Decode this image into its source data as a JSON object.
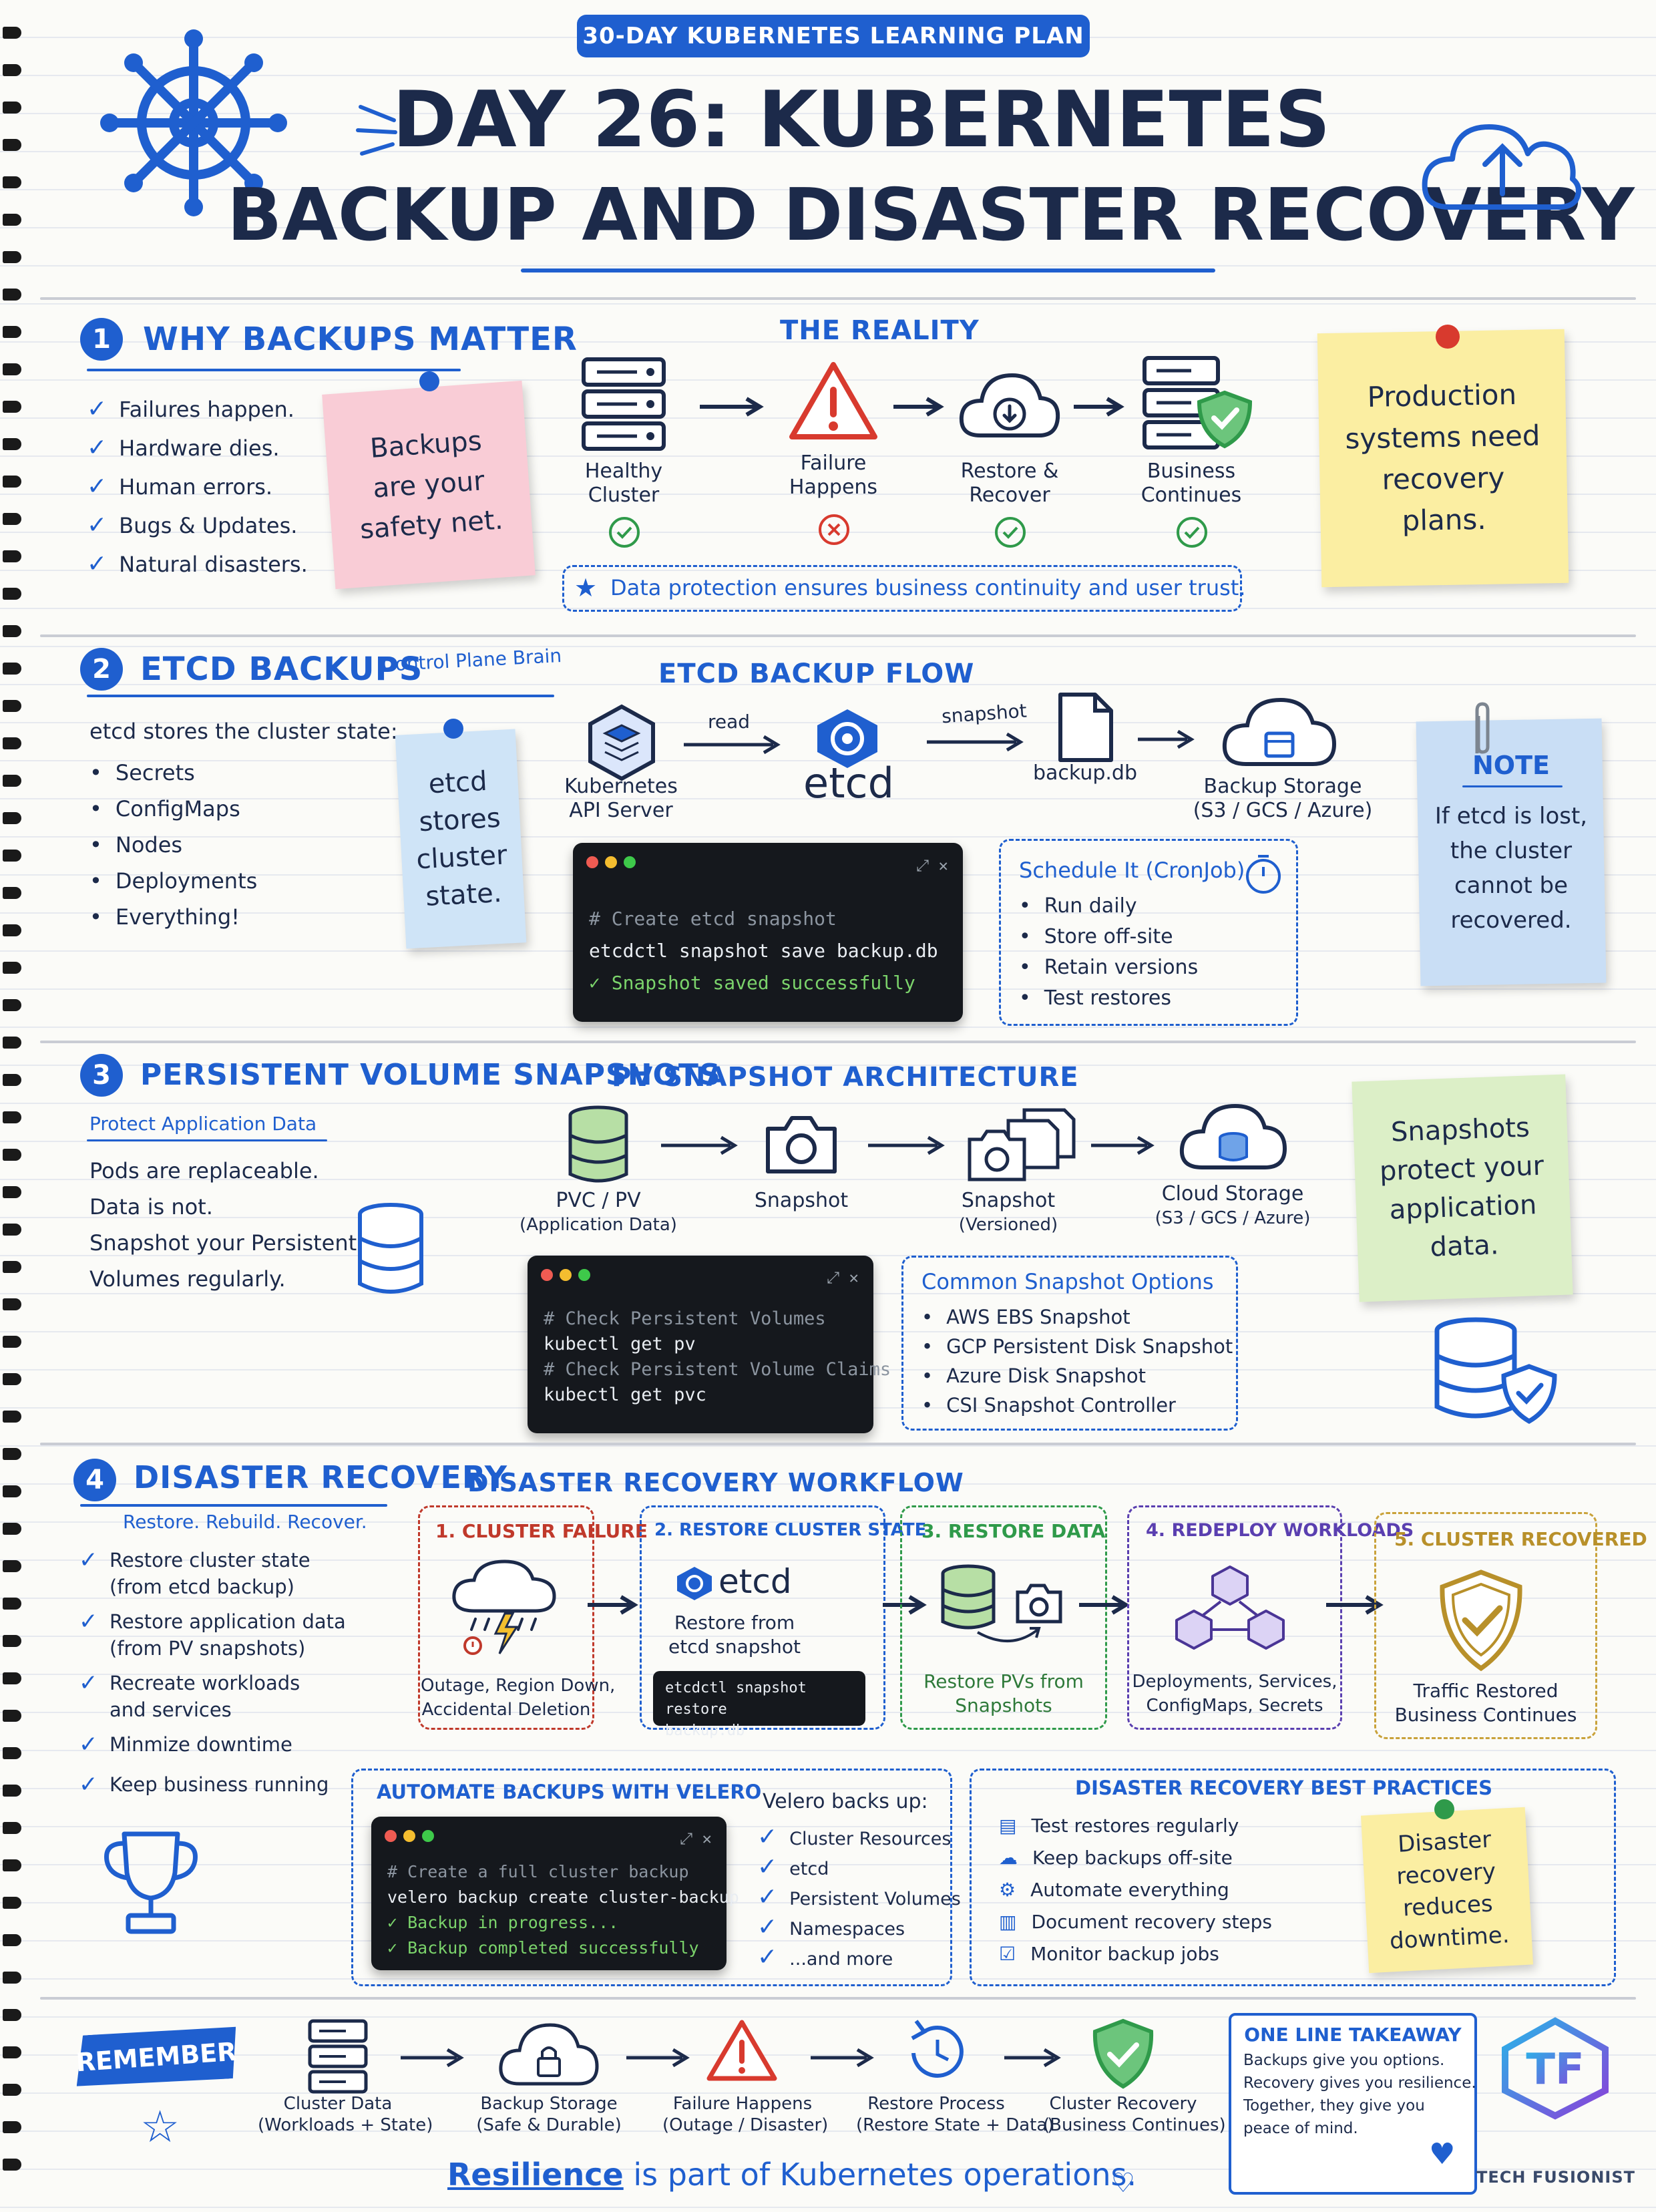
{
  "header": {
    "badge": "30-DAY KUBERNETES LEARNING PLAN",
    "title_line1": "DAY 26: KUBERNETES",
    "title_line2": "BACKUP AND DISASTER RECOVERY"
  },
  "section1": {
    "number": "1",
    "title": "WHY BACKUPS MATTER",
    "reasons": [
      "Failures happen.",
      "Hardware dies.",
      "Human errors.",
      "Bugs & Updates.",
      "Natural disasters."
    ],
    "sticky_pink": "Backups are your safety net.",
    "reality_title": "THE REALITY",
    "flow": [
      {
        "line1": "Healthy",
        "line2": "Cluster",
        "status": "ok"
      },
      {
        "line1": "Failure",
        "line2": "Happens",
        "status": "fail"
      },
      {
        "line1": "Restore &",
        "line2": "Recover",
        "status": "ok"
      },
      {
        "line1": "Business",
        "line2": "Continues",
        "status": "ok"
      }
    ],
    "note": "Data protection ensures business continuity and user trust.",
    "sticky_yellow": "Production systems need recovery plans."
  },
  "section2": {
    "number": "2",
    "title": "ETCD BACKUPS",
    "subtitle": "Control Plane Brain",
    "intro": "etcd stores the cluster state:",
    "items": [
      "Secrets",
      "ConfigMaps",
      "Nodes",
      "Deployments",
      "Everything!"
    ],
    "sticky_blue": "etcd stores cluster state.",
    "flow_title": "ETCD BACKUP FLOW",
    "api_server_line1": "Kubernetes",
    "api_server_line2": "API Server",
    "read_label": "read",
    "etcd_label": "etcd",
    "snapshot_label": "snapshot",
    "file_label": "backup.db",
    "storage_line1": "Backup Storage",
    "storage_line2": "(S3 / GCS / Azure)",
    "terminal": {
      "comment": "# Create etcd snapshot",
      "command": "etcdctl snapshot save backup.db",
      "result": "✓ Snapshot saved successfully"
    },
    "schedule_title": "Schedule It (CronJob)",
    "schedule_items": [
      "Run daily",
      "Store off-site",
      "Retain versions",
      "Test restores"
    ],
    "note_title": "NOTE",
    "note_text": "If etcd is lost, the cluster cannot be recovered."
  },
  "section3": {
    "number": "3",
    "title": "PERSISTENT VOLUME SNAPSHOTS",
    "subtitle": "Protect Application Data",
    "lines": [
      "Pods are replaceable.",
      "Data is not.",
      "Snapshot your Persistent",
      "Volumes regularly."
    ],
    "flow_title": "PV SNAPSHOT ARCHITECTURE",
    "pvc_line1": "PVC / PV",
    "pvc_line2": "(Application Data)",
    "snapshot_label": "Snapshot",
    "versioned_line1": "Snapshot",
    "versioned_line2": "(Versioned)",
    "cloud_line1": "Cloud Storage",
    "cloud_line2": "(S3 / GCS / Azure)",
    "terminal": {
      "c1": "# Check Persistent Volumes",
      "cmd1": "kubectl get pv",
      "c2": "# Check Persistent Volume Claims",
      "cmd2": "kubectl get pvc"
    },
    "options_title": "Common Snapshot Options",
    "options": [
      "AWS EBS Snapshot",
      "GCP Persistent Disk Snapshot",
      "Azure Disk Snapshot",
      "CSI Snapshot Controller"
    ],
    "sticky_green": "Snapshots protect your application data."
  },
  "section4": {
    "number": "4",
    "title": "DISASTER RECOVERY",
    "subtitle": "Restore. Rebuild. Recover.",
    "items": [
      {
        "line1": "Restore cluster state",
        "line2": "(from etcd backup)"
      },
      {
        "line1": "Restore application data",
        "line2": "(from PV snapshots)"
      },
      {
        "line1": "Recreate workloads",
        "line2": "and services"
      },
      {
        "line1": "Minmize downtime",
        "line2": ""
      },
      {
        "line1": "Keep business running",
        "line2": ""
      }
    ],
    "workflow_title": "DISASTER RECOVERY WORKFLOW",
    "steps": [
      {
        "title": "1. CLUSTER FAILURE",
        "cap1": "Outage, Region Down,",
        "cap2": "Accidental Deletion"
      },
      {
        "title": "2. RESTORE CLUSTER STATE",
        "cap1": "Restore from",
        "cap2": "etcd snapshot"
      },
      {
        "title": "3. RESTORE DATA",
        "cap1": "Restore PVs from",
        "cap2": "Snapshots"
      },
      {
        "title": "4. REDEPLOY WORKLOADS",
        "cap1": "Deployments, Services,",
        "cap2": "ConfigMaps, Secrets"
      },
      {
        "title": "5. CLUSTER RECOVERED",
        "cap1": "Traffic Restored",
        "cap2": "Business Continues"
      }
    ],
    "step2_etcd": "etcd",
    "step2_terminal1": "etcdctl snapshot restore",
    "step2_terminal2": "backup.db",
    "velero_title": "AUTOMATE BACKUPS WITH VELERO",
    "velero_terminal": {
      "comment": "# Create a full cluster backup",
      "command": "velero backup create cluster-backup",
      "r1": "✓ Backup in progress...",
      "r2": "✓ Backup completed successfully"
    },
    "velero_backs_title": "Velero backs up:",
    "velero_items": [
      "Cluster Resources",
      "etcd",
      "Persistent Volumes",
      "Namespaces",
      "...and more"
    ],
    "practices_title": "DISASTER RECOVERY BEST PRACTICES",
    "practices": [
      "Test restores regularly",
      "Keep backups off-site",
      "Automate everything",
      "Document recovery steps",
      "Monitor backup jobs"
    ],
    "sticky_yellow": "Disaster recovery reduces downtime."
  },
  "remember": {
    "label": "REMEMBER",
    "flow": [
      {
        "line1": "Cluster Data",
        "line2": "(Workloads + State)"
      },
      {
        "line1": "Backup Storage",
        "line2": "(Safe & Durable)"
      },
      {
        "line1": "Failure Happens",
        "line2": "(Outage / Disaster)"
      },
      {
        "line1": "Restore Process",
        "line2": "(Restore State + Data)"
      },
      {
        "line1": "Cluster Recovery",
        "line2": "(Business Continues)"
      }
    ],
    "takeaway_title": "ONE LINE TAKEAWAY",
    "takeaway_lines": [
      "Backups give you options.",
      "Recovery gives you resilience.",
      "Together, they give you",
      "peace of mind."
    ],
    "footer_word": "Resilience",
    "footer_rest": "is part of Kubernetes operations.",
    "brand": "TECH FUSIONIST",
    "brand_mark": "TF"
  },
  "colors": {
    "accent": "#1f5fcf",
    "navy": "#1c2a4a",
    "red": "#d83a2e",
    "green": "#2f9a4a",
    "gold": "#b8902a",
    "purple": "#5a3fb0"
  }
}
